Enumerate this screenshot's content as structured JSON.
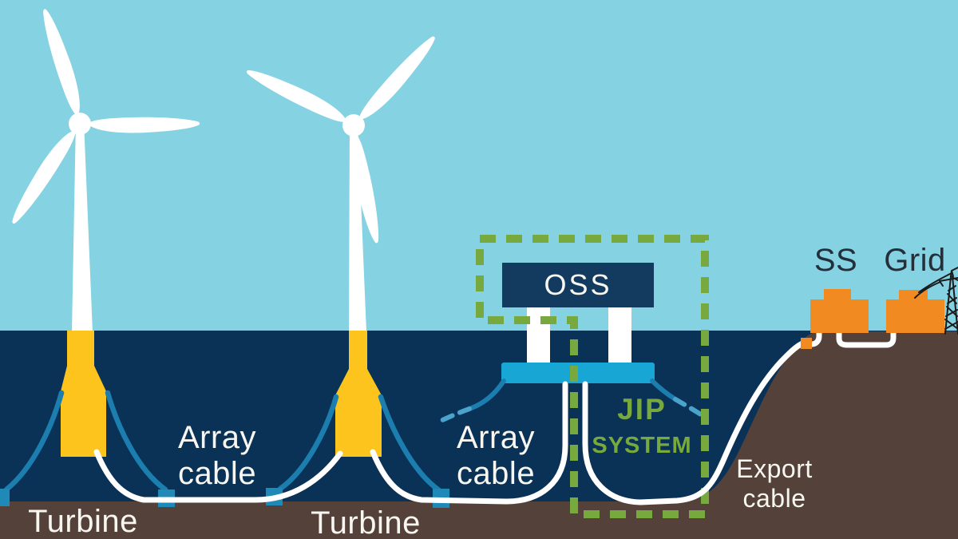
{
  "labels": {
    "turbine_1": "Turbine",
    "turbine_2": "Turbine",
    "array_cable_1": {
      "line1": "Array",
      "line2": "cable"
    },
    "array_cable_2": {
      "line1": "Array",
      "line2": "cable"
    },
    "oss": "OSS",
    "jip_system": {
      "line1": "JIP",
      "line2": "SYSTEM"
    },
    "export_cable": {
      "line1": "Export",
      "line2": "cable"
    },
    "substation": "SS",
    "grid": "Grid"
  },
  "colors": {
    "sky": "#85d2e2",
    "sea": "#0a3156",
    "seabed": "#54423a",
    "turbine_white": "#ffffff",
    "spar_yellow": "#fcc41c",
    "floater_cyan": "#18a7d5",
    "oss_navy": "#133a5f",
    "mooring_blue": "#1b7eae",
    "mooring_dash_blue": "#4aa3cb",
    "anchor_blue": "#1f8ab8",
    "cable_white": "#ffffff",
    "jip_green": "#77a93f",
    "building_orange": "#f18b21",
    "pylon_black": "#1c1c1c",
    "label_light": "#f8f6f1",
    "label_dark": "#232f3b"
  }
}
